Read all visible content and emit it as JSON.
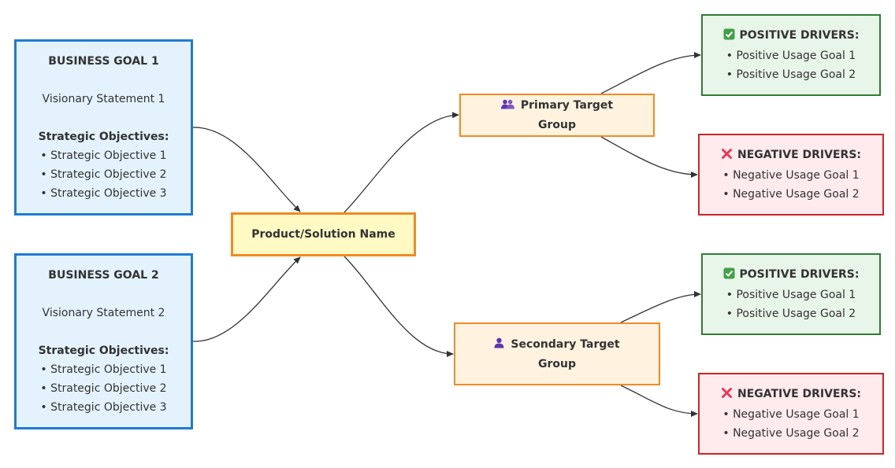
{
  "business_goals": [
    {
      "title": "BUSINESS GOAL 1",
      "statement": "Visionary Statement 1",
      "objectives_heading": "Strategic Objectives:",
      "objectives": [
        "Strategic Objective 1",
        "Strategic Objective 2",
        "Strategic Objective 3"
      ]
    },
    {
      "title": "BUSINESS GOAL 2",
      "statement": "Visionary Statement 2",
      "objectives_heading": "Strategic Objectives:",
      "objectives": [
        "Strategic Objective 1",
        "Strategic Objective 2",
        "Strategic Objective 3"
      ]
    }
  ],
  "product": {
    "name": "Product/Solution Name"
  },
  "target_groups": [
    {
      "label": "Primary Target Group",
      "icon": "group-people-icon",
      "positive": {
        "icon": "check-mark-icon",
        "heading": "POSITIVE DRIVERS:",
        "items": [
          "Positive Usage Goal 1",
          "Positive Usage Goal 2"
        ]
      },
      "negative": {
        "icon": "cross-mark-icon",
        "heading": "NEGATIVE DRIVERS:",
        "items": [
          "Negative Usage Goal 1",
          "Negative Usage Goal 2"
        ]
      }
    },
    {
      "label": "Secondary Target Group",
      "icon": "person-icon",
      "positive": {
        "icon": "check-mark-icon",
        "heading": "POSITIVE DRIVERS:",
        "items": [
          "Positive Usage Goal 1",
          "Positive Usage Goal 2"
        ]
      },
      "negative": {
        "icon": "cross-mark-icon",
        "heading": "NEGATIVE DRIVERS:",
        "items": [
          "Negative Usage Goal 1",
          "Negative Usage Goal 2"
        ]
      }
    }
  ],
  "colors": {
    "goal_fill": "#e3f2fd",
    "goal_border": "#1e7bd1",
    "product_fill": "#fff9c4",
    "product_border": "#f08a24",
    "target_fill": "#fff3e0",
    "target_border": "#f08a24",
    "positive_fill": "#e8f5e9",
    "positive_border": "#2e7d32",
    "negative_fill": "#ffebee",
    "negative_border": "#c62828",
    "edge": "#333333"
  }
}
